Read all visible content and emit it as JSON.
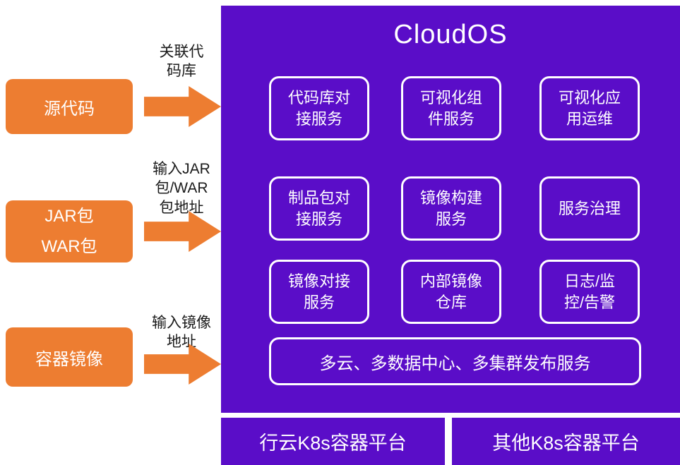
{
  "colors": {
    "orange": "#ED7D31",
    "purple": "#5A0DC8",
    "text_dark": "#1a1a1a",
    "text_light": "#ffffff"
  },
  "left_inputs": [
    {
      "label": "源代码",
      "arrow_label": "关联代\n码库"
    },
    {
      "label": "JAR包\nWAR包",
      "arrow_label": "输入JAR\n包/WAR\n包地址"
    },
    {
      "label": "容器镜像",
      "arrow_label": "输入镜像\n地址"
    }
  ],
  "platform": {
    "title": "CloudOS",
    "services": [
      [
        "代码库对\n接服务",
        "可视化组\n件服务",
        "可视化应\n用运维"
      ],
      [
        "制品包对\n接服务",
        "镜像构建\n服务",
        "服务治理"
      ],
      [
        "镜像对接\n服务",
        "内部镜像\n仓库",
        "日志/监\n控/告警"
      ]
    ],
    "bottom_service": "多云、多数据中心、多集群发布服务"
  },
  "bottom_platforms": [
    {
      "label": "行云K8s容器平台"
    },
    {
      "label": "其他K8s容器平台"
    }
  ]
}
